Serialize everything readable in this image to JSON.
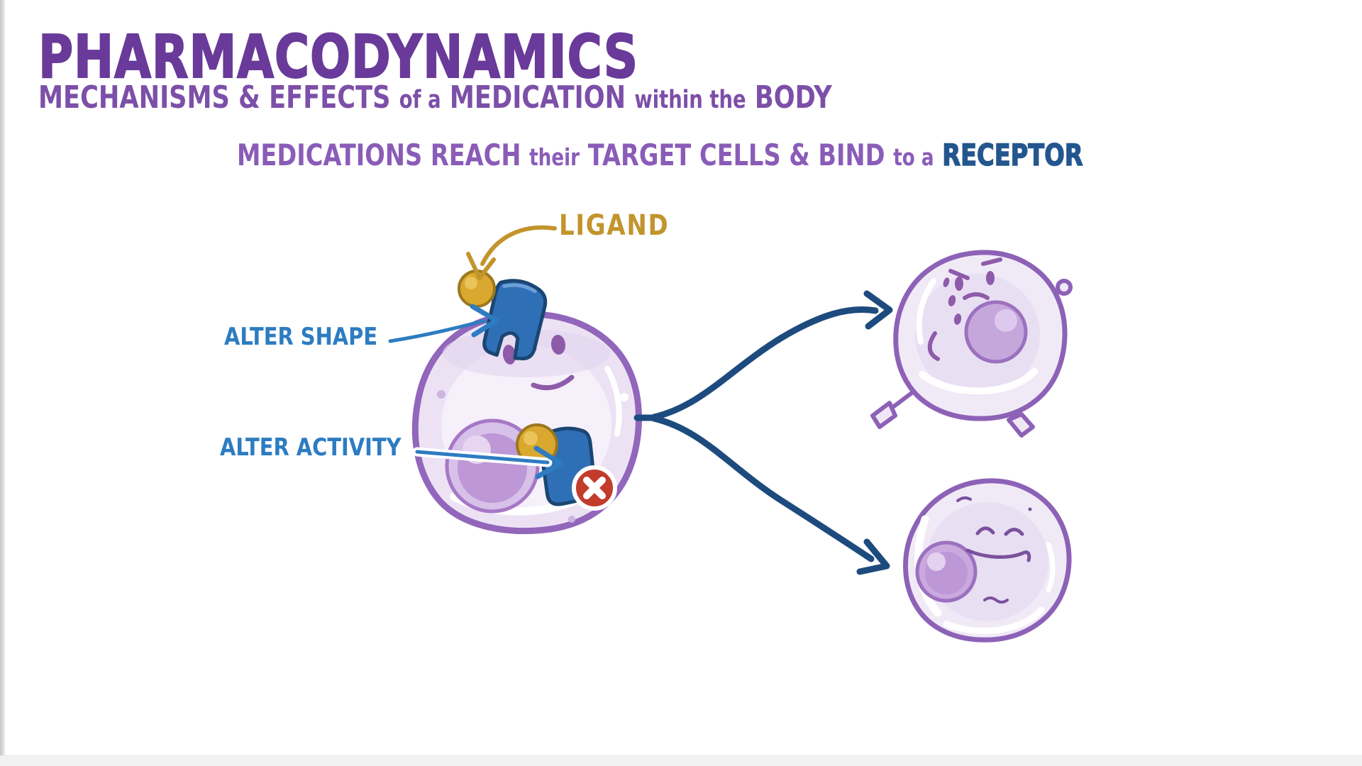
{
  "title": {
    "text": "PHARMACODYNAMICS"
  },
  "subtitle": {
    "part1": "MECHANISMS & EFFECTS",
    "part2": "of a",
    "part3": "MEDICATION",
    "part4": "within the",
    "part5": "BODY"
  },
  "statement": {
    "part1": "MEDICATIONS REACH",
    "part2": "their",
    "part3": "TARGET CELLS & BIND",
    "part4": "to a",
    "part5": "RECEPTOR"
  },
  "callouts": {
    "ligand": "LIGAND",
    "alter_shape": "ALTER SHAPE",
    "alter_activity": "ALTER ACTIVITY"
  },
  "icons": {
    "blocked_badge": "x-circle"
  },
  "palette": {
    "title_purple": "#693a99",
    "subtitle_purple": "#7c4fa8",
    "statement_purple": "#8a5cb8",
    "receptor_navy": "#24568e",
    "ligand_gold": "#c2942c",
    "callout_blue": "#2d7cc1",
    "branch_arrow_navy": "#1d4b7e",
    "cell_outline_purple": "#9266bb",
    "cell_fill_lavender": "#ece2f4",
    "nucleus_purple": "#bd97d6",
    "receptor_blue": "#2f6fb6",
    "ligand_ball_gold": "#d9a82e",
    "blocked_red": "#c23b2b"
  }
}
